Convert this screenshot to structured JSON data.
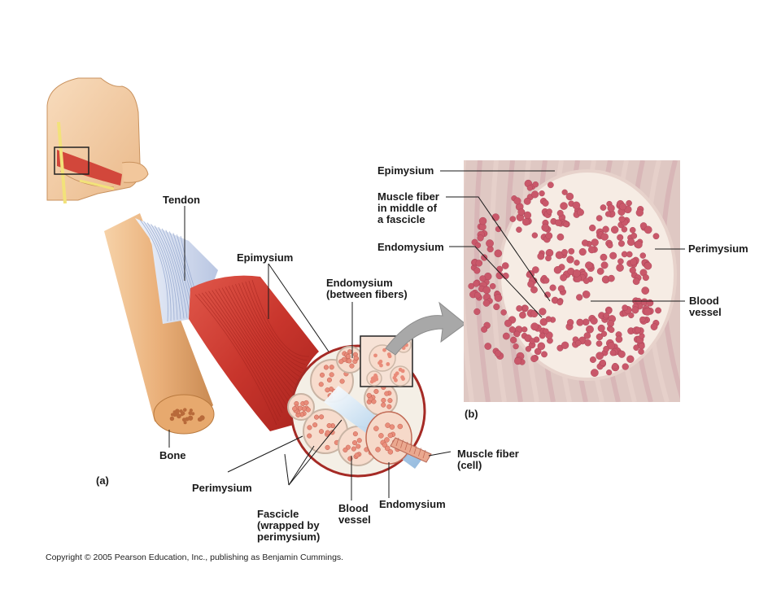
{
  "labels": {
    "tendon": "Tendon",
    "epimysium_a": "Epimysium",
    "endomysium_between": "Endomysium\n(between fibers)",
    "bone": "Bone",
    "perimysium_a": "Perimysium",
    "fascicle": "Fascicle\n(wrapped by\nperimysium)",
    "blood_vessel_a": "Blood\nvessel",
    "endomysium_a": "Endomysium",
    "muscle_fiber_cell": "Muscle fiber\n(cell)",
    "epimysium_b": "Epimysium",
    "muscle_fiber_middle": "Muscle fiber\nin middle of\na fascicle",
    "endomysium_b": "Endomysium",
    "perimysium_b": "Perimysium",
    "blood_vessel_b": "Blood\nvessel"
  },
  "panels": {
    "a": "(a)",
    "b": "(b)"
  },
  "copyright": "Copyright © 2005 Pearson Education, Inc., publishing as Benjamin Cummings.",
  "colors": {
    "skin": "#f3c9a0",
    "muscle": "#c8352c",
    "bone": "#e8a868",
    "tendon": "#c9d4ea",
    "tissue_bg": "#f1e4da",
    "fiber": "#c85a6a",
    "arrow": "#9a9a9a"
  }
}
